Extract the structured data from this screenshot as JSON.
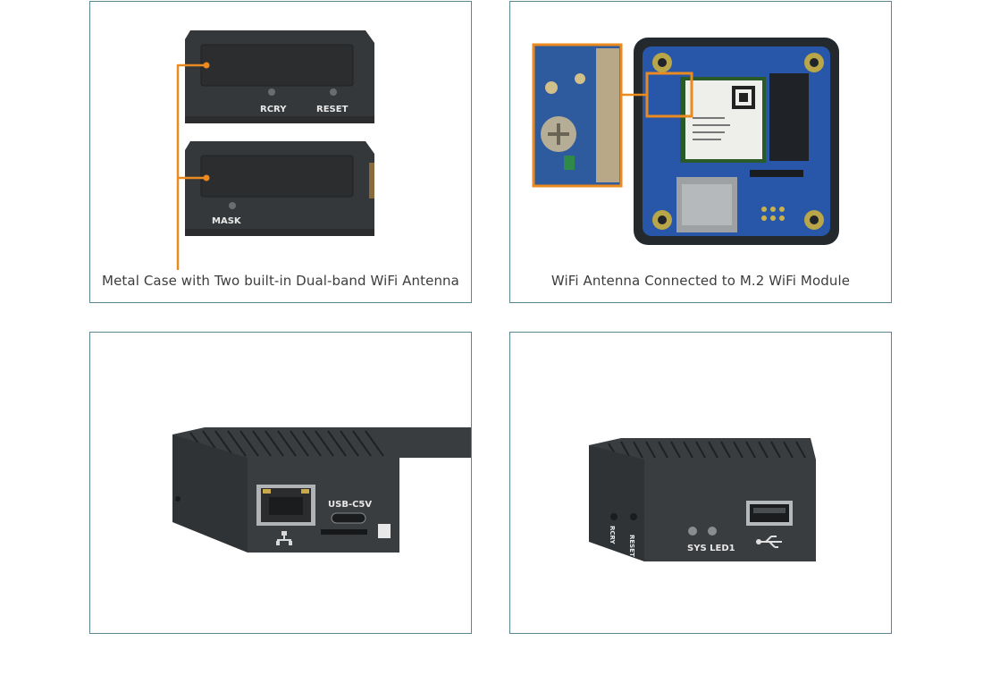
{
  "panels": {
    "case": {
      "caption": "Metal Case with Two built-in Dual-band WiFi Antenna",
      "labels": {
        "rcry": "RCRY",
        "reset": "RESET",
        "mask": "MASK"
      },
      "accent": "#ea8a1f",
      "case_color": "#36393b"
    },
    "module": {
      "caption": "WiFi Antenna Connected to M.2 WiFi Module",
      "callout_color": "#ea8a1f",
      "pcb_color": "#2856a8"
    },
    "front": {
      "labels": {
        "usb_c": "USB-C5V"
      },
      "icons": [
        "ethernet-icon"
      ]
    },
    "rear": {
      "labels": {
        "sys_led": "SYS LED1",
        "rcry": "RCRY",
        "reset": "RESET"
      },
      "icons": [
        "usb-icon"
      ]
    }
  }
}
